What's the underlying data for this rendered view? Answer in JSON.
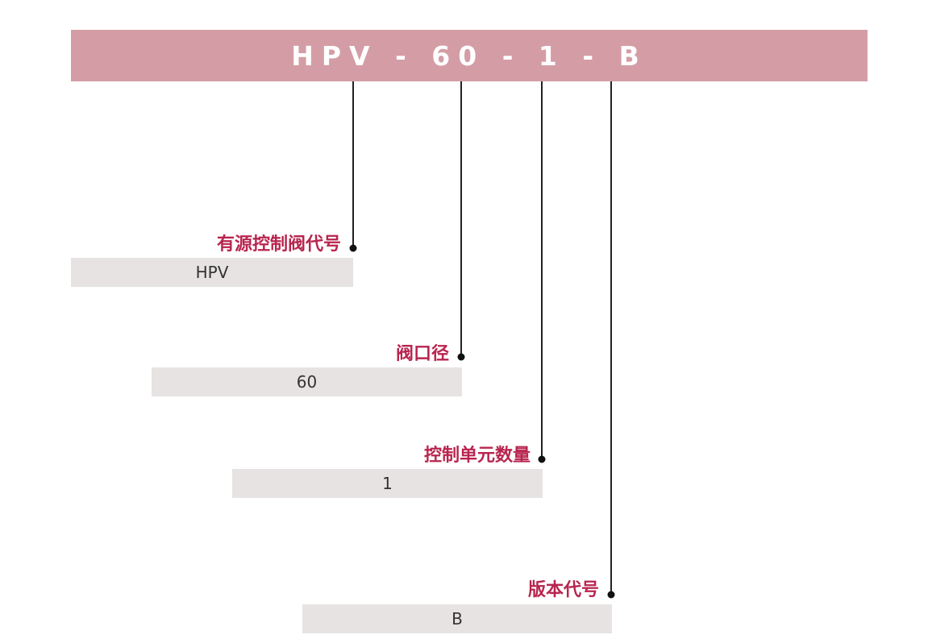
{
  "header": {
    "segments": [
      "HPV",
      "60",
      "1",
      "B"
    ],
    "separator": "-",
    "background_color": "#d49da5",
    "text_color": "#ffffff"
  },
  "label_color": "#b8254f",
  "value_box_color": "#e6e3e2",
  "fields": [
    {
      "label": "有源控制阀代号",
      "value": "HPV"
    },
    {
      "label": "阀口径",
      "value": "60"
    },
    {
      "label": "控制单元数量",
      "value": "1"
    },
    {
      "label": "版本代号",
      "value": "B"
    }
  ]
}
